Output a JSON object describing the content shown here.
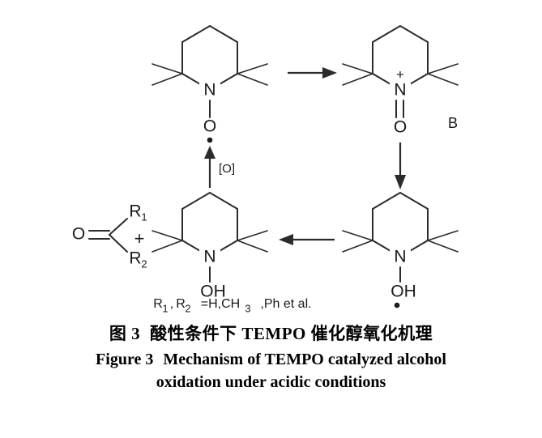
{
  "figure": {
    "type": "chemical-reaction-scheme",
    "scheme_name": "TEMPO catalyzed alcohol oxidation mechanism under acidic conditions",
    "structures": [
      {
        "id": "tempo-radical",
        "position": "top-left",
        "name": "TEMPO nitroxide radical",
        "nitrogen_label": "N",
        "oxygen_label": "O",
        "has_radical_dot": true,
        "charge": ""
      },
      {
        "id": "oxoammonium-cation",
        "position": "top-right",
        "name": "Oxoammonium cation",
        "nitrogen_label": "N",
        "oxygen_label": "O",
        "has_radical_dot": false,
        "charge": "+",
        "marker": "B"
      },
      {
        "id": "hydroxylamine-radical-cation",
        "position": "bottom-right",
        "name": "TEMPO-OH radical",
        "nitrogen_label": "N",
        "hydroxyl_label": "OH",
        "has_radical_dot": true,
        "charge": ""
      },
      {
        "id": "tempoh-hydroxylamine",
        "position": "bottom-left",
        "name": "TEMPO-H hydroxylamine",
        "nitrogen_label": "N",
        "hydroxyl_label": "OH",
        "has_radical_dot": false,
        "charge": ""
      },
      {
        "id": "carbonyl-product",
        "position": "bottom-far-left",
        "name": "Carbonyl product",
        "oxygen_label": "O",
        "r1_label": "R",
        "r1_sub": "1",
        "r2_label": "R",
        "r2_sub": "2"
      }
    ],
    "plus_sign": "+",
    "arrows": [
      {
        "id": "arrow-top",
        "direction": "right",
        "label": ""
      },
      {
        "id": "arrow-right",
        "direction": "down",
        "label": ""
      },
      {
        "id": "arrow-bottom",
        "direction": "left",
        "label": ""
      },
      {
        "id": "arrow-left",
        "direction": "up",
        "label": "[O]"
      }
    ],
    "oxidant_label": "[O]",
    "marker_b": "B",
    "substituent_note": {
      "full": "R1,R2=H,CH3,Ph et al.",
      "r1": "R",
      "r1_sub": "1",
      "comma1": ",",
      "r2": "R",
      "r2_sub": "2",
      "equals": "=H,CH",
      "ch3_sub": "3",
      "tail": ",Ph et al."
    }
  },
  "caption": {
    "chinese_label": "图 3",
    "chinese_title": "酸性条件下 TEMPO 催化醇氧化机理",
    "english_label": "Figure 3",
    "english_title_line1": "Mechanism of TEMPO catalyzed alcohol",
    "english_title_line2": "oxidation under acidic conditions"
  },
  "colors": {
    "ink": "#1a1a1a",
    "bond": "#2b2b2b",
    "background": "#ffffff"
  }
}
